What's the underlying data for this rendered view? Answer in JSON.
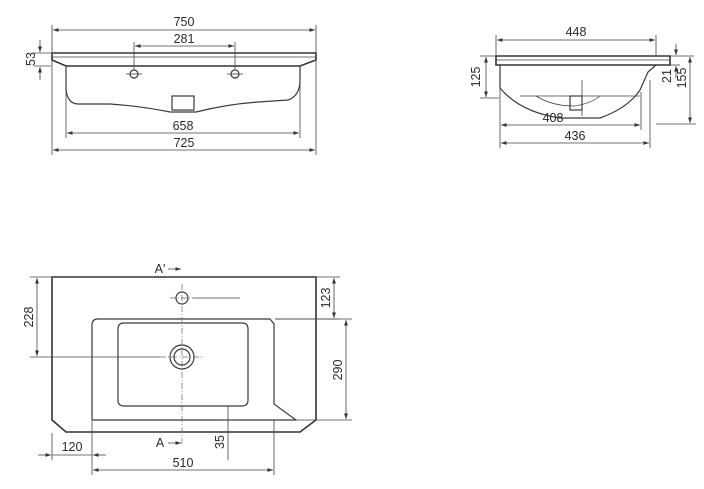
{
  "front_view": {
    "total_width": "750",
    "hole_spacing": "281",
    "rim_height": "53",
    "inner_width": "658",
    "outer_width": "725"
  },
  "side_view": {
    "top_depth": "448",
    "overall_height": "125",
    "right_height": "155",
    "rim_thickness": "21",
    "bowl_depth": "408",
    "base_depth": "436"
  },
  "top_view": {
    "section_top": "A'",
    "section_bottom": "A",
    "tap_to_back": "123",
    "drain_to_back": "228",
    "bowl_length": "290",
    "left_margin": "120",
    "bowl_width": "510",
    "front_offset": "35"
  }
}
